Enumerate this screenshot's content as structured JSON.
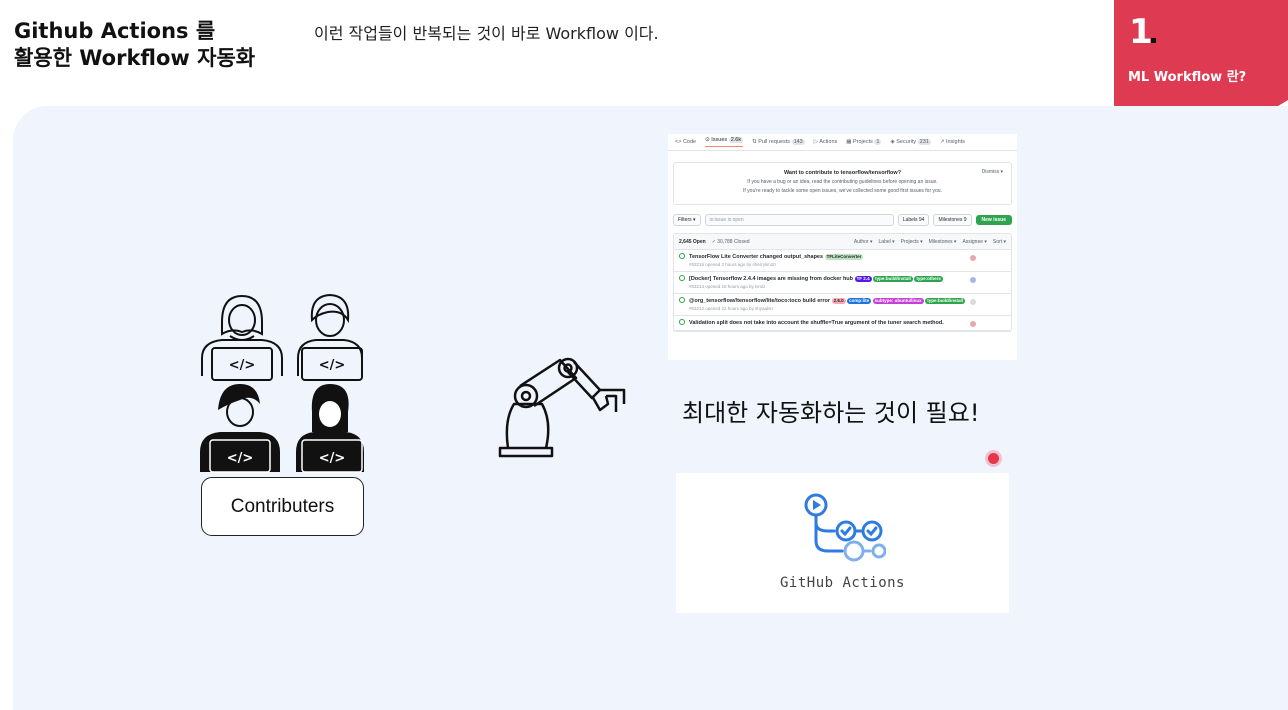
{
  "header": {
    "title_line1": "Github Actions 를",
    "title_line2": "활용한 Workflow 자동화",
    "subtitle": "이런 작업들이 반복되는 것이 바로 Workflow 이다."
  },
  "section": {
    "number": "1",
    "label": "ML Workflow 란?",
    "accent_color": "#de3a52"
  },
  "contributors": {
    "label": "Contributers",
    "code_symbol": "</>"
  },
  "github": {
    "tabs": [
      {
        "label": "Code",
        "count": ""
      },
      {
        "label": "Issues",
        "count": "2.6k"
      },
      {
        "label": "Pull requests",
        "count": "143"
      },
      {
        "label": "Actions",
        "count": ""
      },
      {
        "label": "Projects",
        "count": "1"
      },
      {
        "label": "Security",
        "count": "231"
      },
      {
        "label": "Insights",
        "count": ""
      }
    ],
    "banner_title": "Want to contribute to tensorflow/tensorflow?",
    "banner_line1": "If you have a bug or an idea, read the contributing guidelines before opening an issue.",
    "banner_line2": "If you're ready to tackle some open issues, we've collected some good first issues for you.",
    "dismiss": "Dismiss ▾",
    "filters_btn": "Filters ▾",
    "search_placeholder": "is:issue is:open",
    "labels_btn": "Labels 94",
    "milestones_btn": "Milestones 9",
    "new_issue_btn": "New issue",
    "open_count": "2,645 Open",
    "closed_count": "✓ 30,788 Closed",
    "head_filters": [
      "Author ▾",
      "Label ▾",
      "Projects ▾",
      "Milestones ▾",
      "Assignee ▾",
      "Sort ▾"
    ],
    "issues": [
      {
        "title": "TensorFlow Lite Converter changed output_shapes",
        "labels": [
          {
            "text": "TFLiteConverter",
            "color": "#bfe5bf"
          }
        ],
        "meta": "#53215 opened 2 hours ago by sherrylim20"
      },
      {
        "title": "[Docker] Tensorflow 2.4.4 images are missing from docker hub",
        "labels": [
          {
            "text": "TF 2.4",
            "color": "#5319e7"
          },
          {
            "text": "type:build/install",
            "color": "#2ea44f"
          },
          {
            "text": "type:others",
            "color": "#2ea44f"
          }
        ],
        "meta": "#53214 opened 18 hours ago by lvmlz"
      },
      {
        "title": "@org_tensorflow//tensorflow/lite/toco:toco build error",
        "labels": [
          {
            "text": "2.6.0",
            "color": "#f9a8b6"
          },
          {
            "text": "comp:lite",
            "color": "#1d76db"
          },
          {
            "text": "subtype: ubuntu/linux",
            "color": "#c541d6"
          },
          {
            "text": "type:build/install",
            "color": "#2ea44f"
          }
        ],
        "meta": "#53212 opened 22 hours ago by shyaalsn"
      },
      {
        "title": "Validation split does not take into account the shuffle=True argument of the tuner search method.",
        "labels": [],
        "meta": ""
      }
    ]
  },
  "automation_text": "최대한 자동화하는 것이 필요!",
  "github_actions": {
    "label": "GitHub Actions",
    "icon_color": "#2f7be1"
  }
}
